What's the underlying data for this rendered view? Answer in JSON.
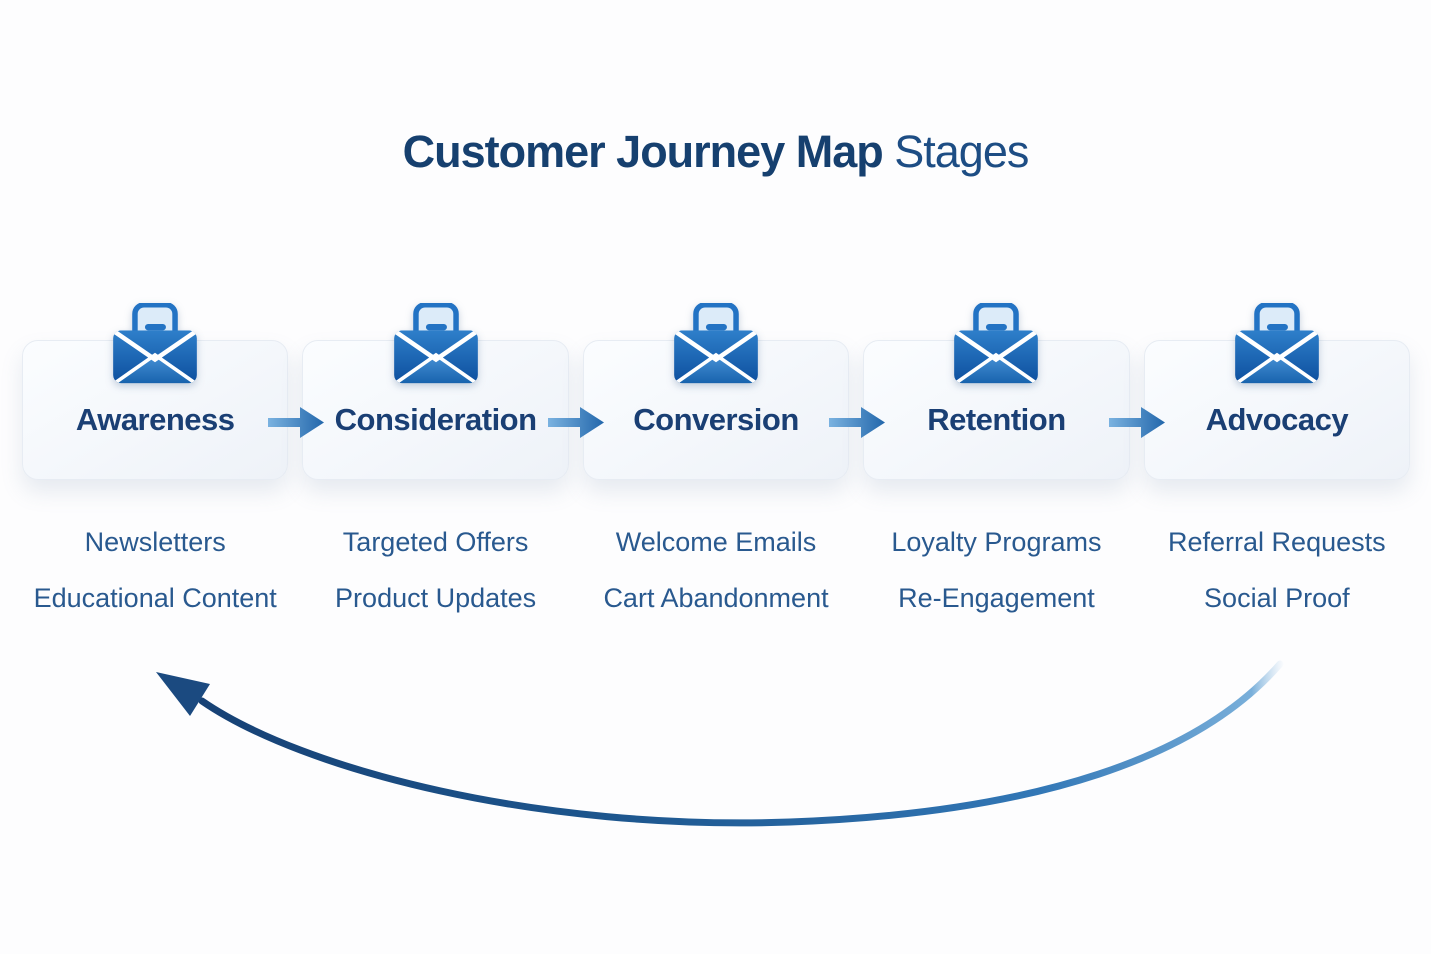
{
  "title": {
    "part_bold": "Customer Journey",
    "part_medium": "Map",
    "part_light": "Stages"
  },
  "stages": [
    {
      "label": "Awareness",
      "tactics": [
        "Newsletters",
        "Educational Content"
      ]
    },
    {
      "label": "Consideration",
      "tactics": [
        "Targeted Offers",
        "Product Updates"
      ]
    },
    {
      "label": "Conversion",
      "tactics": [
        "Welcome Emails",
        "Cart Abandonment"
      ]
    },
    {
      "label": "Retention",
      "tactics": [
        "Loyalty Programs",
        "Re-Engagement"
      ]
    },
    {
      "label": "Advocacy",
      "tactics": [
        "Referral Requests",
        "Social Proof"
      ]
    }
  ],
  "icons": {
    "stage_icon": "open-envelope-with-letter-icon",
    "flow_icon": "right-arrow-icon",
    "loop_icon": "curved-loop-arrow-advocacy-to-awareness"
  },
  "colors": {
    "background": "#fdfdfe",
    "title_navy": "#16406f",
    "stage_label_navy": "#1a3f74",
    "tactic_blue": "#29598f",
    "card_background": "#f1f5f9",
    "arrow_blue_light": "#74aede",
    "arrow_blue_dark": "#2a6fb2",
    "loop_arrow_dark": "#1b4a80",
    "envelope_blue_top": "#3b8ad2",
    "envelope_blue_bottom": "#0d4f9e",
    "envelope_letter": "#dcebf9"
  }
}
